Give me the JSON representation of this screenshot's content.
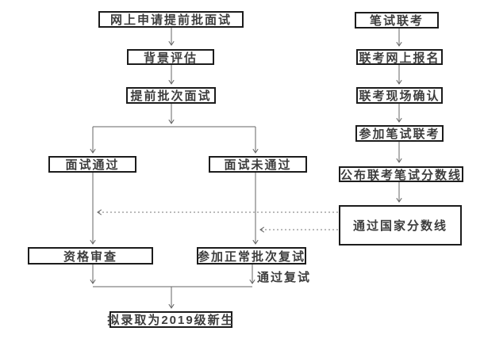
{
  "diagram": {
    "type": "flowchart",
    "background": "#ffffff",
    "colors": {
      "box_border": "#1c1c1c",
      "connector": "#666666",
      "dashed_connector": "#777777",
      "text": "#3d3d3d"
    },
    "nodes": {
      "apply_online": {
        "label": "网上申请提前批面试"
      },
      "background_eval": {
        "label": "背景评估"
      },
      "early_interview": {
        "label": "提前批次面试"
      },
      "interview_pass": {
        "label": "面试通过"
      },
      "interview_fail": {
        "label": "面试未通过"
      },
      "qualification": {
        "label": "资格审查"
      },
      "normal_retest": {
        "label": "参加正常批次复试"
      },
      "admitted": {
        "label": "拟录取为2019级新生"
      },
      "written_exam": {
        "label": "笔试联考"
      },
      "exam_register": {
        "label": "联考网上报名"
      },
      "exam_confirm": {
        "label": "联考现场确认"
      },
      "take_exam": {
        "label": "参加笔试联考"
      },
      "announce_score": {
        "label": "公布联考笔试分数线"
      },
      "pass_national": {
        "label": "通过国家分数线"
      }
    },
    "edge_labels": {
      "pass_retest": "通过复试"
    },
    "edges": [
      {
        "from": "apply_online",
        "to": "background_eval",
        "style": "solid"
      },
      {
        "from": "background_eval",
        "to": "early_interview",
        "style": "solid"
      },
      {
        "from": "early_interview",
        "to": "interview_pass",
        "style": "solid"
      },
      {
        "from": "early_interview",
        "to": "interview_fail",
        "style": "solid"
      },
      {
        "from": "interview_pass",
        "to": "qualification",
        "style": "solid"
      },
      {
        "from": "interview_fail",
        "to": "normal_retest",
        "style": "solid"
      },
      {
        "from": "qualification",
        "to": "admitted",
        "style": "solid"
      },
      {
        "from": "normal_retest",
        "to": "admitted",
        "style": "solid",
        "label": "通过复试"
      },
      {
        "from": "written_exam",
        "to": "exam_register",
        "style": "solid"
      },
      {
        "from": "exam_register",
        "to": "exam_confirm",
        "style": "solid"
      },
      {
        "from": "exam_confirm",
        "to": "take_exam",
        "style": "solid"
      },
      {
        "from": "take_exam",
        "to": "announce_score",
        "style": "solid"
      },
      {
        "from": "announce_score",
        "to": "pass_national",
        "style": "solid"
      },
      {
        "from": "pass_national",
        "to": "qualification",
        "style": "dashed"
      },
      {
        "from": "pass_national",
        "to": "normal_retest",
        "style": "dashed"
      }
    ]
  }
}
